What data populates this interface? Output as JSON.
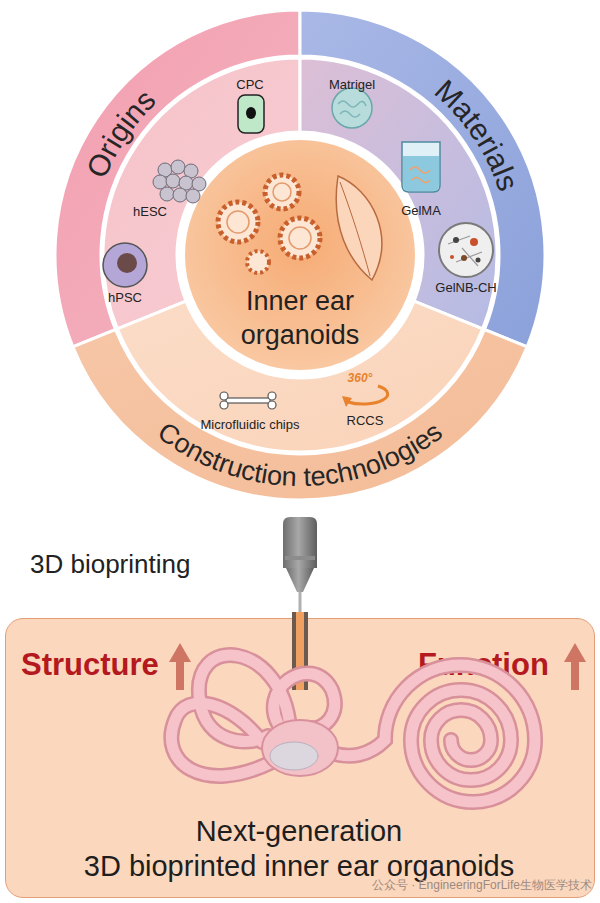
{
  "diagram": {
    "nodes": [
      {
        "text": [
          "Origins"
        ]
      },
      {
        "text": [
          "Materials"
        ]
      },
      {
        "text": [
          "Construction technologies"
        ]
      },
      {
        "text": [
          "Inner ear organoids"
        ]
      },
      {
        "text": [
          "Structure",
          "Function",
          "Next-generation 3D bioprinted inner ear organoids"
        ]
      }
    ],
    "labels": [
      "CPC",
      "hESC",
      "hPSC",
      "Matrigel",
      "GelMA",
      "GelNB-CH",
      "Microfluidic chips",
      "RCCS",
      "360°",
      "3D bioprinting",
      "公众号 · EngineeringForLife生物医学技术"
    ]
  }
}
